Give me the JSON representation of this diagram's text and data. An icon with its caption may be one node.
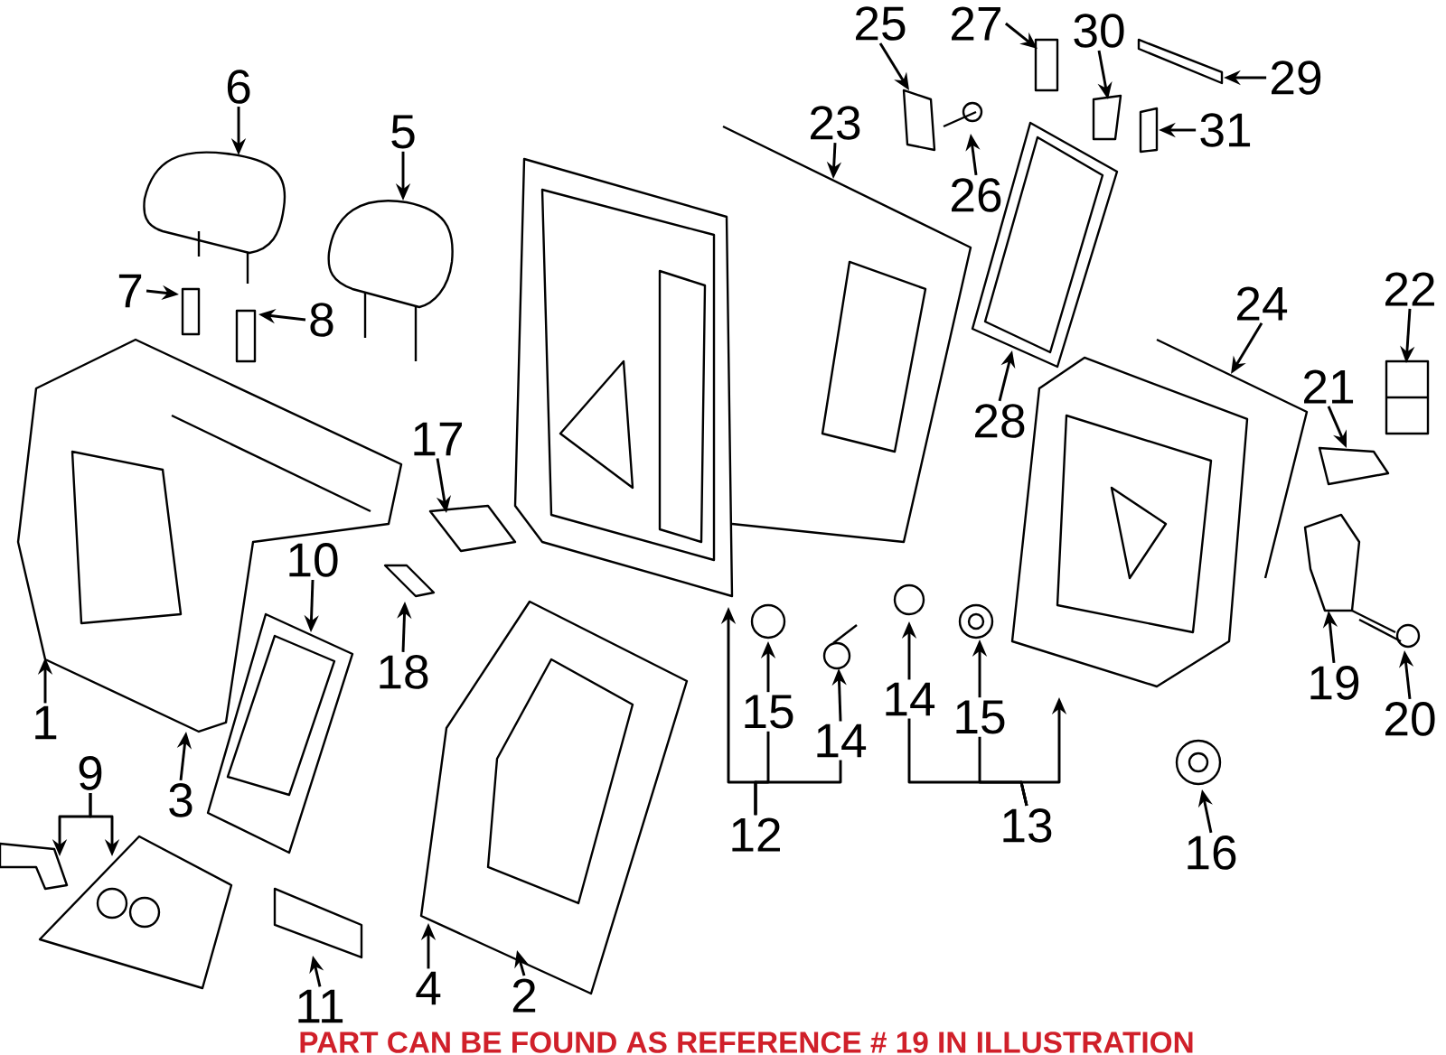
{
  "diagram": {
    "nodes": [
      {
        "text": [
          "25"
        ]
      },
      {
        "text": [
          "27"
        ]
      },
      {
        "text": [
          "30"
        ]
      },
      {
        "text": [
          "29"
        ]
      },
      {
        "text": [
          "23"
        ]
      },
      {
        "text": [
          "31"
        ]
      },
      {
        "text": [
          "6"
        ]
      },
      {
        "text": [
          "26"
        ]
      },
      {
        "text": [
          "5"
        ]
      },
      {
        "text": [
          "22"
        ]
      },
      {
        "text": [
          "24"
        ]
      },
      {
        "text": [
          "7"
        ]
      },
      {
        "text": [
          "8"
        ]
      },
      {
        "text": [
          "21"
        ]
      },
      {
        "text": [
          "28"
        ]
      },
      {
        "text": [
          "17"
        ]
      },
      {
        "text": [
          "10"
        ]
      },
      {
        "text": [
          "18"
        ]
      },
      {
        "text": [
          "15"
        ]
      },
      {
        "text": [
          "14"
        ]
      },
      {
        "text": [
          "14"
        ]
      },
      {
        "text": [
          "15"
        ]
      },
      {
        "text": [
          "19"
        ]
      },
      {
        "text": [
          "20"
        ]
      },
      {
        "text": [
          "1"
        ]
      },
      {
        "text": [
          "9"
        ]
      },
      {
        "text": [
          "3"
        ]
      },
      {
        "text": [
          "12"
        ]
      },
      {
        "text": [
          "13"
        ]
      },
      {
        "text": [
          "16"
        ]
      },
      {
        "text": [
          "4"
        ]
      },
      {
        "text": [
          "11"
        ]
      },
      {
        "text": [
          "2"
        ]
      }
    ],
    "edges": [
      {
        "from": 0,
        "to": null,
        "arrow": "to"
      },
      {
        "from": 1,
        "to": null,
        "arrow": "to"
      },
      {
        "from": 2,
        "to": null,
        "arrow": "to"
      },
      {
        "from": 3,
        "to": null,
        "arrow": "to"
      },
      {
        "from": 4,
        "to": null,
        "arrow": "to"
      },
      {
        "from": 5,
        "to": null,
        "arrow": "to"
      },
      {
        "from": 6,
        "to": null,
        "arrow": "to"
      },
      {
        "from": 7,
        "to": null,
        "arrow": "to"
      },
      {
        "from": 8,
        "to": null,
        "arrow": "to"
      },
      {
        "from": 9,
        "to": null,
        "arrow": "to"
      },
      {
        "from": 10,
        "to": null,
        "arrow": "to"
      },
      {
        "from": 11,
        "to": null,
        "arrow": "to"
      },
      {
        "from": 12,
        "to": null,
        "arrow": "to"
      },
      {
        "from": 13,
        "to": null,
        "arrow": "to"
      },
      {
        "from": 14,
        "to": null,
        "arrow": "to"
      },
      {
        "from": 15,
        "to": null,
        "arrow": "to"
      },
      {
        "from": 16,
        "to": null,
        "arrow": "to"
      },
      {
        "from": 17,
        "to": null,
        "arrow": "to"
      },
      {
        "from": 18,
        "to": null,
        "arrow": "to"
      },
      {
        "from": 19,
        "to": null,
        "arrow": "to"
      },
      {
        "from": 20,
        "to": null,
        "arrow": "to"
      },
      {
        "from": 21,
        "to": null,
        "arrow": "to"
      },
      {
        "from": 22,
        "to": null,
        "arrow": "to"
      },
      {
        "from": 23,
        "to": null,
        "arrow": "to"
      },
      {
        "from": 24,
        "to": null,
        "arrow": "to"
      },
      {
        "from": 25,
        "to": null,
        "arrow": "to"
      },
      {
        "from": 25,
        "to": null,
        "arrow": "to"
      },
      {
        "from": 26,
        "to": null,
        "arrow": "to"
      },
      {
        "from": 27,
        "to": null,
        "arrow": "to"
      },
      {
        "from": 27,
        "to": 18,
        "arrow": "none"
      },
      {
        "from": 27,
        "to": 19,
        "arrow": "none"
      },
      {
        "from": 28,
        "to": 20,
        "arrow": "none"
      },
      {
        "from": 28,
        "to": 21,
        "arrow": "none"
      },
      {
        "from": 28,
        "to": null,
        "arrow": "to"
      },
      {
        "from": 29,
        "to": null,
        "arrow": "to"
      },
      {
        "from": 30,
        "to": null,
        "arrow": "to"
      },
      {
        "from": 31,
        "to": null,
        "arrow": "to"
      },
      {
        "from": 32,
        "to": null,
        "arrow": "to"
      }
    ],
    "labels": [
      "PART CAN BE FOUND AS REFERENCE # 19 IN ILLUSTRATION"
    ]
  }
}
